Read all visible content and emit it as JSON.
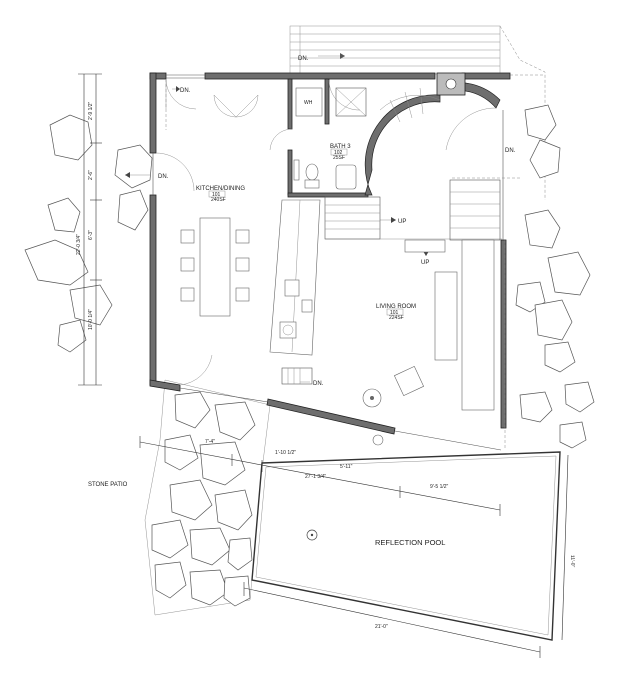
{
  "rooms": {
    "kitchen_dining": {
      "name": "KITCHEN/DINING",
      "num": "101",
      "area": "240SF"
    },
    "living_room": {
      "name": "LIVING ROOM",
      "num": "101",
      "area": "224SF"
    },
    "bath3": {
      "name": "BATH 3",
      "num": "102",
      "area": "25SF"
    }
  },
  "stair_labels": {
    "dn_top": "DN.",
    "dn_topleft": "DN.",
    "dn_left": "DN.",
    "dn_right": "DN.",
    "dn_bottom": "DN.",
    "up_1": "UP",
    "up_2": "UP"
  },
  "outdoor": {
    "stone_patio": "STONE PATIO",
    "reflection_pool": "REFLECTION POOL"
  },
  "fixtures": {
    "wh": "WH"
  },
  "dimensions": {
    "left_1": "2'-9 1/2\"",
    "left_2": "2'-6\"",
    "left_3": "6'-3\"",
    "left_total": "22'-0 3/4\"",
    "left_4": "10'-0 1/4\"",
    "bottom_1": "7'-4\"",
    "bottom_2": "1'-10 1/2\"",
    "bottom_3": "5'-11\"",
    "bottom_4": "27'-1 3/4\"",
    "bottom_5": "9'-5 1/2\"",
    "pool_width": "21'-0\"",
    "pool_depth": "11'-0\""
  }
}
